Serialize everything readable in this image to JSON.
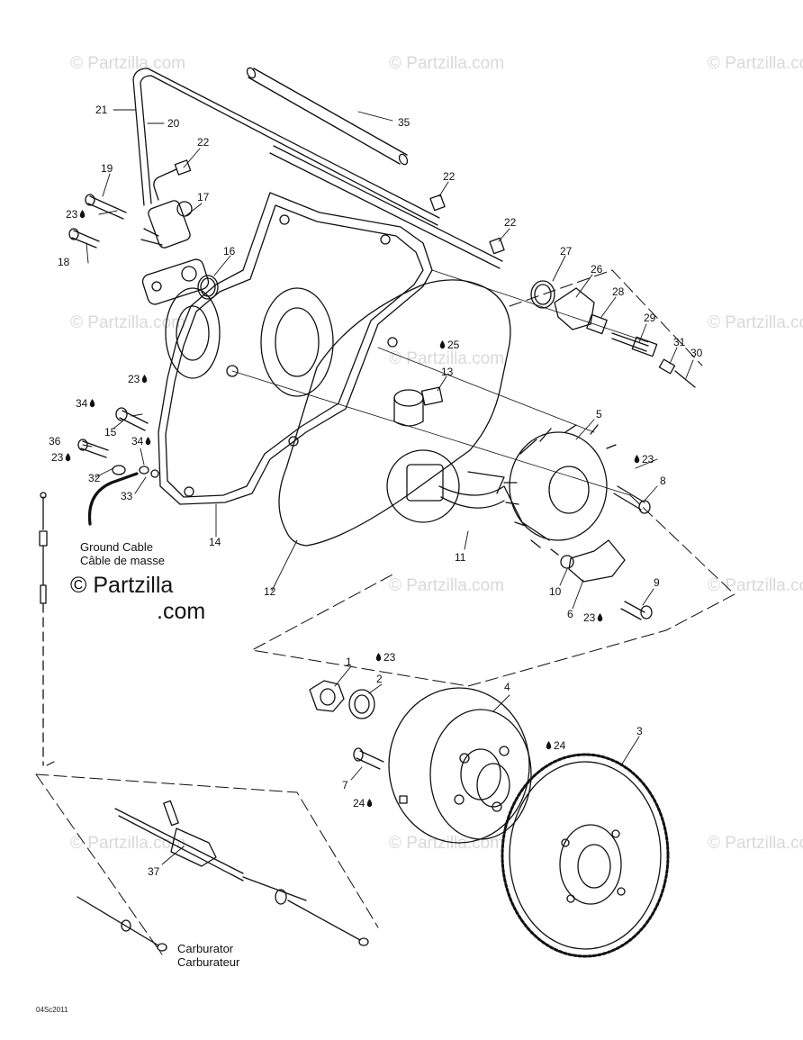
{
  "watermark": {
    "text": "© Partzilla.com"
  },
  "brand_mark": {
    "line1": "© Partzilla",
    "line2": ".com"
  },
  "notes": {
    "ground_en": "Ground Cable",
    "ground_fr": "Câble de masse",
    "carb_en": "Carburator",
    "carb_fr": "Carburateur"
  },
  "diagram_code": "04Sc2011",
  "callouts": {
    "c1": "1",
    "c2": "2",
    "c3": "3",
    "c4": "4",
    "c5": "5",
    "c6": "6",
    "c7": "7",
    "c8": "8",
    "c9": "9",
    "c10": "10",
    "c11": "11",
    "c12": "12",
    "c13": "13",
    "c14": "14",
    "c15": "15",
    "c16": "16",
    "c17": "17",
    "c18": "18",
    "c19": "19",
    "c20": "20",
    "c21": "21",
    "c22a": "22",
    "c22b": "22",
    "c22c": "22",
    "c23a": "23",
    "c23b": "23",
    "c23c": "23",
    "c23d": "23",
    "c23e": "23",
    "c23f": "23",
    "c24a": "24",
    "c24b": "24",
    "c25": "25",
    "c26": "26",
    "c27": "27",
    "c28": "28",
    "c29": "29",
    "c30": "30",
    "c31": "31",
    "c32": "32",
    "c33": "33",
    "c34a": "34",
    "c34b": "34",
    "c35": "35",
    "c36": "36",
    "c37": "37"
  }
}
